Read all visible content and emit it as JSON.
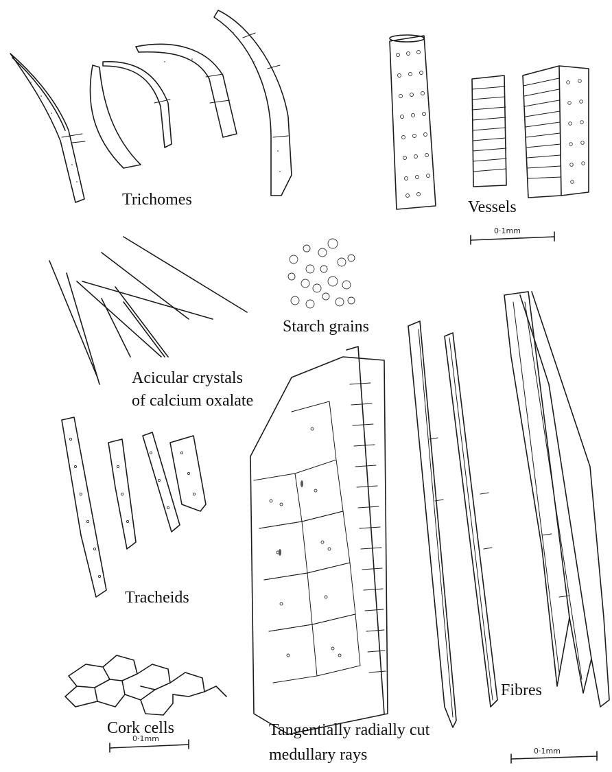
{
  "labels": {
    "trichomes": "Trichomes",
    "vessels": "Vessels",
    "starch": "Starch grains",
    "acicular_1": "Acicular crystals",
    "acicular_2": "of calcium oxalate",
    "tracheids": "Tracheids",
    "cork": "Cork cells",
    "rays_1": "Tangentially radially cut",
    "rays_2": "medullary  rays",
    "fibres": "Fibres"
  },
  "scale_bars": {
    "vessels": "0·1mm",
    "cork": "0·1mm",
    "fibres": "0·1mm"
  }
}
